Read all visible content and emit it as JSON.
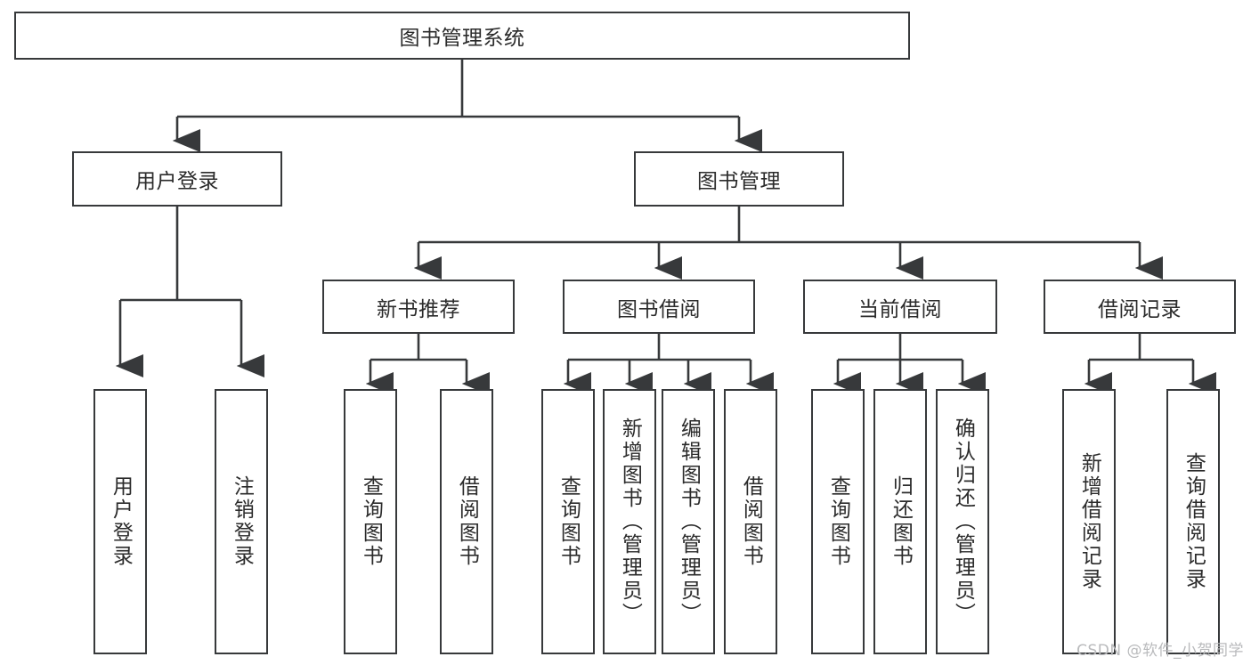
{
  "diagram": {
    "type": "tree-hierarchy",
    "title_node": {
      "label": "图书管理系统"
    },
    "level2": [
      {
        "id": "user-login",
        "label": "用户登录"
      },
      {
        "id": "book-management",
        "label": "图书管理"
      }
    ],
    "level3": [
      {
        "id": "new-book-recommend",
        "label": "新书推荐",
        "parent": "book-management"
      },
      {
        "id": "book-borrow",
        "label": "图书借阅",
        "parent": "book-management"
      },
      {
        "id": "current-borrow",
        "label": "当前借阅",
        "parent": "book-management"
      },
      {
        "id": "borrow-record",
        "label": "借阅记录",
        "parent": "book-management"
      }
    ],
    "leaves": [
      {
        "id": "leaf-user-login",
        "label": "用户登录",
        "parent": "user-login"
      },
      {
        "id": "leaf-logout-login",
        "label": "注销登录",
        "parent": "user-login"
      },
      {
        "id": "leaf-query-book-1",
        "label": "查询图书",
        "parent": "new-book-recommend"
      },
      {
        "id": "leaf-borrow-book-1",
        "label": "借阅图书",
        "parent": "new-book-recommend"
      },
      {
        "id": "leaf-query-book-2",
        "label": "查询图书",
        "parent": "book-borrow"
      },
      {
        "id": "leaf-add-book",
        "label": "新增图书（管理员）",
        "parent": "book-borrow"
      },
      {
        "id": "leaf-edit-book",
        "label": "编辑图书（管理员）",
        "parent": "book-borrow"
      },
      {
        "id": "leaf-borrow-book-2",
        "label": "借阅图书",
        "parent": "book-borrow"
      },
      {
        "id": "leaf-query-book-3",
        "label": "查询图书",
        "parent": "current-borrow"
      },
      {
        "id": "leaf-return-book",
        "label": "归还图书",
        "parent": "current-borrow"
      },
      {
        "id": "leaf-confirm-return",
        "label": "确认归还（管理员）",
        "parent": "current-borrow"
      },
      {
        "id": "leaf-add-record",
        "label": "新增借阅记录",
        "parent": "borrow-record"
      },
      {
        "id": "leaf-query-record",
        "label": "查询借阅记录",
        "parent": "borrow-record"
      }
    ]
  },
  "watermark": {
    "text": "CSDN @软件_小贺同学"
  },
  "colors": {
    "stroke": "#37393b",
    "box_fill": "#ffffff",
    "text": "#2b2b2b",
    "watermark": "#b9babc"
  }
}
